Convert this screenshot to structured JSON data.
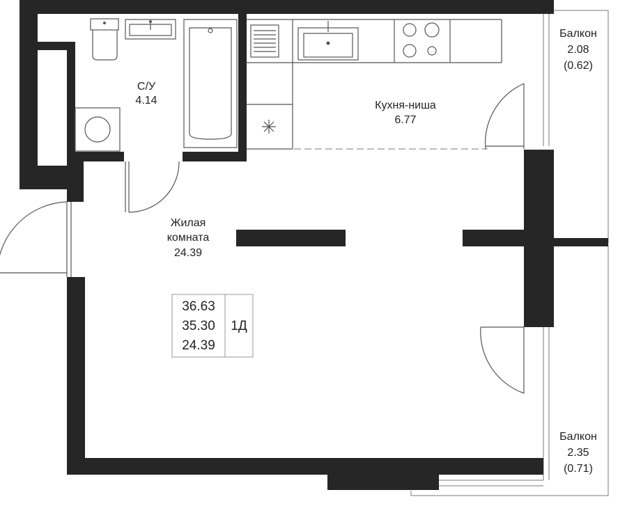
{
  "rooms": {
    "bathroom": {
      "name": "С/У",
      "area": "4.14"
    },
    "kitchen": {
      "name": "Кухня-ниша",
      "area": "6.77"
    },
    "living": {
      "name_line1": "Жилая",
      "name_line2": "комната",
      "area": "24.39"
    },
    "balcony_top": {
      "name": "Балкон",
      "area": "2.08",
      "area_reduced": "(0.62)"
    },
    "balcony_bottom": {
      "name": "Балкон",
      "area": "2.35",
      "area_reduced": "(0.71)"
    }
  },
  "summary": {
    "total_area": "36.63",
    "area_without_balcony": "35.30",
    "living_area": "24.39",
    "apartment_type": "1Д"
  },
  "colors": {
    "wall": "#262626",
    "line": "#7a7a7a",
    "background": "#ffffff"
  }
}
